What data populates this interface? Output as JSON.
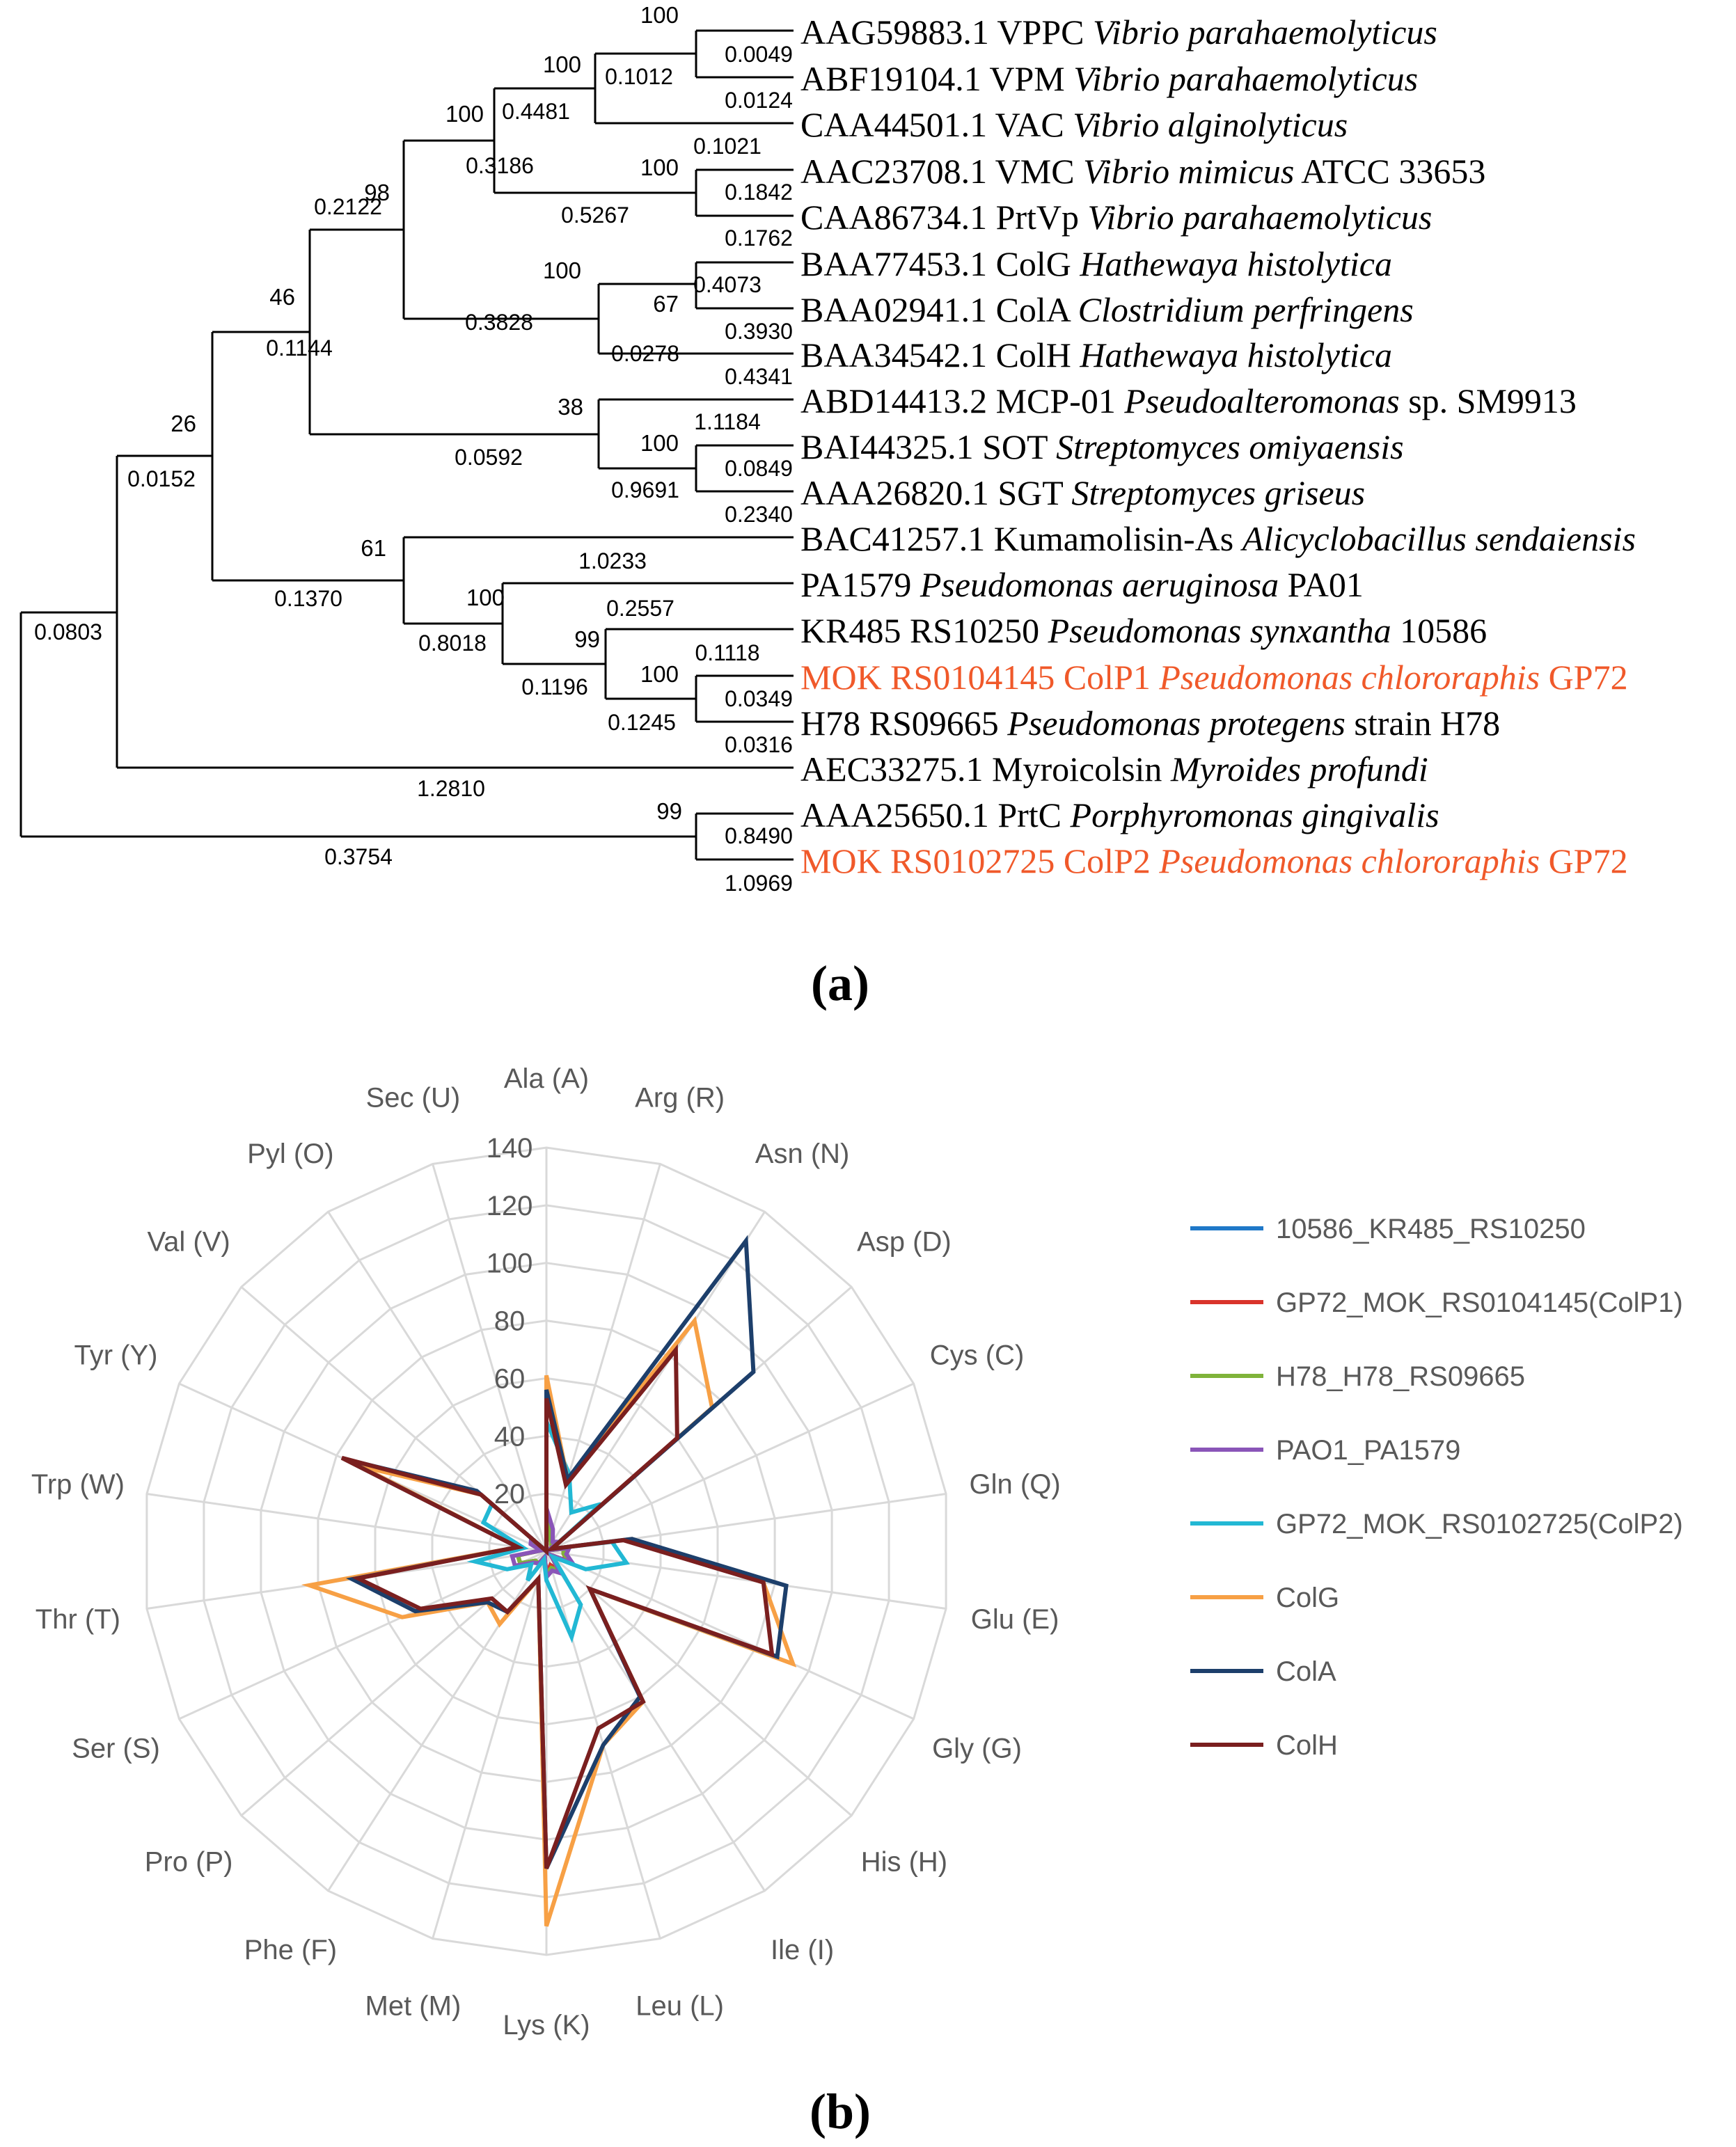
{
  "panel_a": {
    "label": "(a)",
    "accent_color": "#f0592a",
    "leaves": [
      {
        "acc": "AAG59883.1 VPPC",
        "species": "Vibrio parahaemolyticus",
        "suffix": "",
        "highlight": false
      },
      {
        "acc": "ABF19104.1 VPM",
        "species": "Vibrio parahaemolyticus",
        "suffix": "",
        "highlight": false
      },
      {
        "acc": "CAA44501.1 VAC",
        "species": "Vibrio alginolyticus",
        "suffix": "",
        "highlight": false
      },
      {
        "acc": "AAC23708.1 VMC",
        "species": "Vibrio mimicus",
        "suffix": "ATCC 33653",
        "highlight": false
      },
      {
        "acc": "CAA86734.1 PrtVp",
        "species": "Vibrio parahaemolyticus",
        "suffix": "",
        "highlight": false
      },
      {
        "acc": "BAA77453.1 ColG",
        "species": "Hathewaya histolytica",
        "suffix": "",
        "highlight": false
      },
      {
        "acc": "BAA02941.1 ColA",
        "species": "Clostridium perfringens",
        "suffix": "",
        "highlight": false
      },
      {
        "acc": "BAA34542.1 ColH",
        "species": "Hathewaya histolytica",
        "suffix": "",
        "highlight": false
      },
      {
        "acc": "ABD14413.2 MCP-01",
        "species": "Pseudoalteromonas",
        "suffix": "sp. SM9913",
        "highlight": false
      },
      {
        "acc": "BAI44325.1 SOT",
        "species": "Streptomyces omiyaensis",
        "suffix": "",
        "highlight": false
      },
      {
        "acc": "AAA26820.1 SGT",
        "species": "Streptomyces griseus",
        "suffix": "",
        "highlight": false
      },
      {
        "acc": "BAC41257.1 Kumamolisin-As",
        "species": "Alicyclobacillus sendaiensis",
        "suffix": "",
        "highlight": false
      },
      {
        "acc": "PA1579",
        "species": "Pseudomonas aeruginosa",
        "suffix": "PA01",
        "highlight": false
      },
      {
        "acc": "KR485 RS10250",
        "species": "Pseudomonas synxantha",
        "suffix": " 10586",
        "highlight": false
      },
      {
        "acc": "MOK RS0104145 ColP1",
        "species": "Pseudomonas chlororaphis",
        "suffix": " GP72",
        "highlight": true
      },
      {
        "acc": "H78 RS09665",
        "species": "Pseudomonas protegens",
        "suffix": "strain H78",
        "highlight": false
      },
      {
        "acc": "AEC33275.1 Myroicolsin",
        "species": "Myroides profundi",
        "suffix": "",
        "highlight": false
      },
      {
        "acc": "AAA25650.1 PrtC",
        "species": "Porphyromonas gingivalis",
        "suffix": "",
        "highlight": false
      },
      {
        "acc": "MOK RS0102725 ColP2",
        "species": "Pseudomonas chlororaphis",
        "suffix": " GP72",
        "highlight": true
      }
    ],
    "labels": {
      "bootstrap": [
        "100",
        "100",
        "100",
        "100",
        "98",
        "100",
        "67",
        "46",
        "38",
        "100",
        "26",
        "61",
        "100",
        "99",
        "100",
        "99"
      ],
      "branch_lengths": [
        "0.0049",
        "0.0124",
        "0.1012",
        "0.4481",
        "0.1021",
        "0.1842",
        "0.1762",
        "0.5267",
        "0.3186",
        "0.2122",
        "0.4073",
        "0.3930",
        "0.4341",
        "0.0278",
        "0.3828",
        "0.1144",
        "1.1184",
        "0.0849",
        "0.2340",
        "0.9691",
        "0.0592",
        "0.0152",
        "1.0233",
        "0.2557",
        "0.1118",
        "0.0349",
        "0.0316",
        "0.1245",
        "0.1196",
        "0.8018",
        "0.1370",
        "0.0803",
        "1.2810",
        "0.8490",
        "1.0969",
        "0.3754"
      ]
    }
  },
  "panel_b": {
    "label": "(b)",
    "chart_data": {
      "type": "radar",
      "categories": [
        "Ala (A)",
        "Arg (R)",
        "Asn (N)",
        "Asp (D)",
        "Cys (C)",
        "Gln (Q)",
        "Glu (E)",
        "Gly (G)",
        "His (H)",
        "Ile (I)",
        "Leu (L)",
        "Lys (K)",
        "Met (M)",
        "Phe (F)",
        "Pro (P)",
        "Ser (S)",
        "Thr (T)",
        "Trp (W)",
        "Tyr (Y)",
        "Val (V)",
        "Pyl (O)",
        "Sec (U)"
      ],
      "rlim": [
        0,
        140
      ],
      "ticks": [
        "20",
        "40",
        "60",
        "80",
        "100",
        "120",
        "140"
      ],
      "grid": true,
      "legend_position": "right",
      "series": [
        {
          "name": "10586_KR485_RS10250",
          "color": "#1f78c8",
          "values": [
            10,
            5,
            3,
            3,
            1,
            6,
            6,
            8,
            2,
            8,
            5,
            8,
            2,
            5,
            5,
            10,
            10,
            2,
            5,
            6,
            0,
            0
          ]
        },
        {
          "name": "GP72_MOK_RS0104145(ColP1)",
          "color": "#d9342b",
          "values": [
            10,
            5,
            3,
            3,
            1,
            6,
            6,
            8,
            2,
            8,
            5,
            8,
            2,
            5,
            5,
            10,
            10,
            2,
            5,
            6,
            0,
            0
          ]
        },
        {
          "name": "H78_H78_RS09665",
          "color": "#7fb33a",
          "values": [
            12,
            5,
            3,
            4,
            1,
            6,
            6,
            9,
            2,
            8,
            6,
            8,
            2,
            5,
            5,
            10,
            10,
            2,
            5,
            6,
            0,
            0
          ]
        },
        {
          "name": "PAO1_PA1579",
          "color": "#8a55b8",
          "values": [
            15,
            8,
            4,
            5,
            1,
            8,
            7,
            10,
            2,
            9,
            7,
            9,
            2,
            5,
            6,
            12,
            12,
            2,
            6,
            7,
            0,
            0
          ]
        },
        {
          "name": "GP72_MOK_RS0102725(ColP2)",
          "color": "#22b8d4",
          "values": [
            45,
            28,
            16,
            25,
            2,
            23,
            28,
            15,
            3,
            22,
            31,
            10,
            3,
            12,
            7,
            15,
            25,
            8,
            24,
            25,
            0,
            0
          ]
        },
        {
          "name": "ColG",
          "color": "#f7a045",
          "values": [
            61,
            26,
            95,
            76,
            2,
            30,
            76,
            94,
            20,
            62,
            70,
            130,
            10,
            30,
            27,
            55,
            83,
            10,
            71,
            30,
            0,
            0
          ]
        },
        {
          "name": "ColA",
          "color": "#1d3f6b",
          "values": [
            56,
            26,
            128,
            95,
            2,
            30,
            84,
            88,
            20,
            60,
            70,
            110,
            10,
            25,
            27,
            50,
            68,
            10,
            77,
            32,
            0,
            0
          ]
        },
        {
          "name": "ColH",
          "color": "#7a1f1f",
          "values": [
            53,
            24,
            83,
            60,
            2,
            27,
            76,
            86,
            20,
            62,
            64,
            110,
            10,
            25,
            25,
            48,
            66,
            10,
            78,
            30,
            0,
            0
          ]
        }
      ]
    }
  }
}
